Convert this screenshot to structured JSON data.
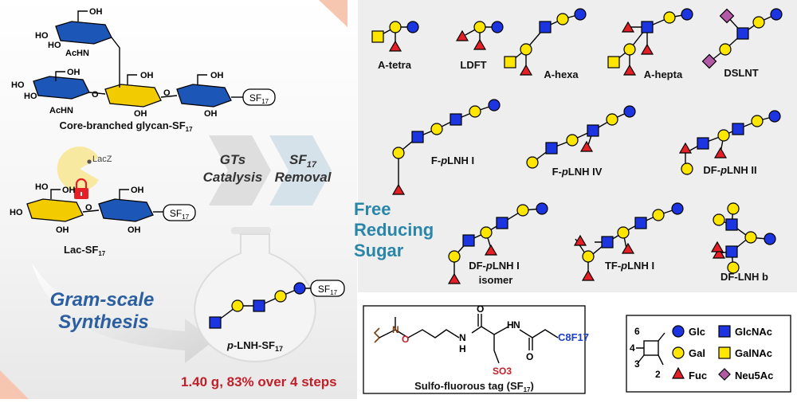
{
  "left": {
    "core_glycan_label": "Core-branched glycan-SF",
    "core_glycan_sub": "17",
    "enzyme_label": "LacZ",
    "lac_label": "Lac-SF",
    "lac_sub": "17",
    "sf_tag": "SF",
    "sf_sub": "17",
    "step1_line1": "GTs",
    "step1_line2": "Catalysis",
    "step2_line1": "SF",
    "step2_sub": "17",
    "step2_line2": "Removal",
    "gram_line1": "Gram-scale",
    "gram_line2": "Synthesis",
    "flask_label_prefix": "p",
    "flask_label": "-LNH-SF",
    "flask_sub": "17",
    "yield_text": "1.40 g, 83% over 4 steps",
    "ring_labels": {
      "oh": "OH",
      "ho": "HO",
      "achn": "AcHN",
      "o": "O"
    }
  },
  "right": {
    "free_line1": "Free",
    "free_line2": "Reducing",
    "free_line3": "Sugar",
    "glycans": [
      {
        "name": "A-tetra"
      },
      {
        "name": "LDFT"
      },
      {
        "name": "A-hexa"
      },
      {
        "name": "A-hepta"
      },
      {
        "name": "DSLNT"
      },
      {
        "prefix": "F-",
        "italic": "p",
        "name": "LNH I"
      },
      {
        "prefix": "F-",
        "italic": "p",
        "name": "LNH IV"
      },
      {
        "prefix": "DF-",
        "italic": "p",
        "name": "LNH II"
      },
      {
        "prefix": "DF-",
        "italic": "p",
        "name": "LNH I",
        "line2": "isomer"
      },
      {
        "prefix": "TF-",
        "italic": "p",
        "name": "LNH I"
      },
      {
        "name": "DF-LNH b"
      }
    ]
  },
  "tag": {
    "caption": "Sulfo-fluorous tag (SF",
    "caption_sub": "17",
    "caption_end": ")",
    "atoms": {
      "n": "N",
      "o": "O",
      "h": "H",
      "c8f17": "C8F17",
      "so3": "SO3"
    }
  },
  "legend": {
    "position_labels": [
      "6",
      "4",
      "3",
      "2"
    ],
    "items": [
      {
        "symbol": "circle",
        "color": "#1c35e0",
        "label": "Glc"
      },
      {
        "symbol": "square",
        "color": "#1c35e0",
        "label": "GlcNAc"
      },
      {
        "symbol": "circle",
        "color": "#ffe600",
        "label": "Gal"
      },
      {
        "symbol": "square",
        "color": "#ffe600",
        "label": "GalNAc"
      },
      {
        "symbol": "triangle",
        "color": "#e41f25",
        "label": "Fuc"
      },
      {
        "symbol": "diamond",
        "color": "#b35aa7",
        "label": "Neu5Ac"
      }
    ]
  },
  "colors": {
    "panel_bg": "#eeeeee",
    "title_blue": "#2a86a8",
    "gram_blue": "#2b5fa0",
    "yield_red": "#c0202a",
    "fluorous_blue": "#1d3ec7",
    "sulfo_red": "#c0202a",
    "accent_peach": "#f6c6b0"
  }
}
